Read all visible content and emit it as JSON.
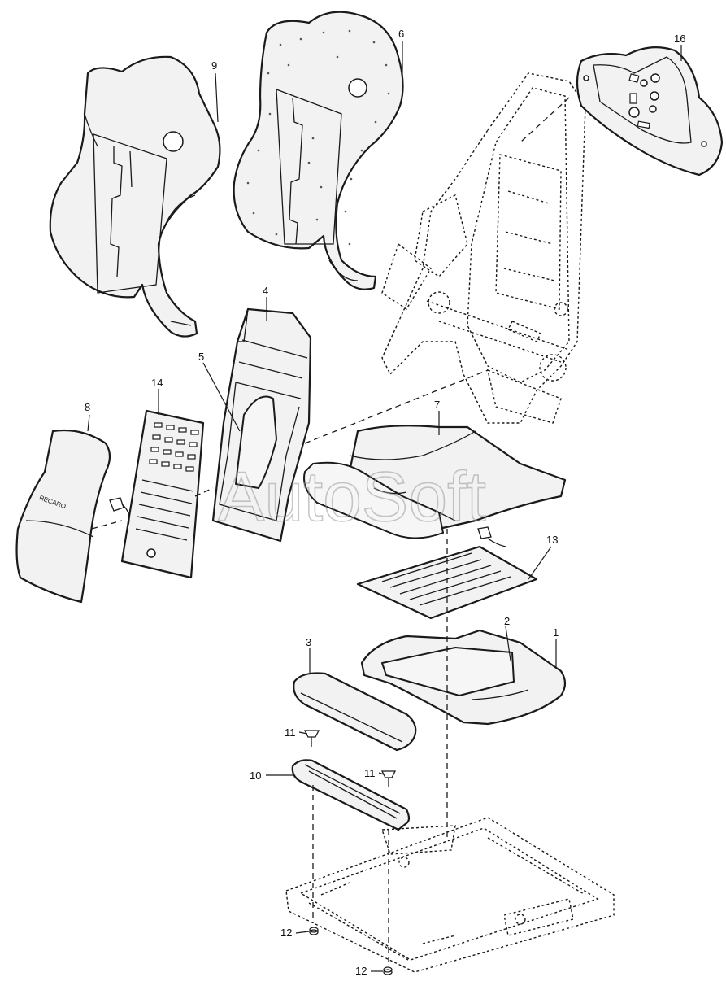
{
  "watermark": "AutoSoft",
  "callouts": [
    {
      "id": "1",
      "label": "1"
    },
    {
      "id": "2",
      "label": "2"
    },
    {
      "id": "3",
      "label": "3"
    },
    {
      "id": "4",
      "label": "4"
    },
    {
      "id": "5",
      "label": "5"
    },
    {
      "id": "6",
      "label": "6"
    },
    {
      "id": "7",
      "label": "7"
    },
    {
      "id": "8",
      "label": "8"
    },
    {
      "id": "9",
      "label": "9"
    },
    {
      "id": "10",
      "label": "10"
    },
    {
      "id": "11a",
      "label": "11"
    },
    {
      "id": "11b",
      "label": "11"
    },
    {
      "id": "12a",
      "label": "12"
    },
    {
      "id": "12b",
      "label": "12"
    },
    {
      "id": "13",
      "label": "13"
    },
    {
      "id": "14",
      "label": "14"
    },
    {
      "id": "16",
      "label": "16"
    }
  ],
  "logo_text": "RECARO"
}
